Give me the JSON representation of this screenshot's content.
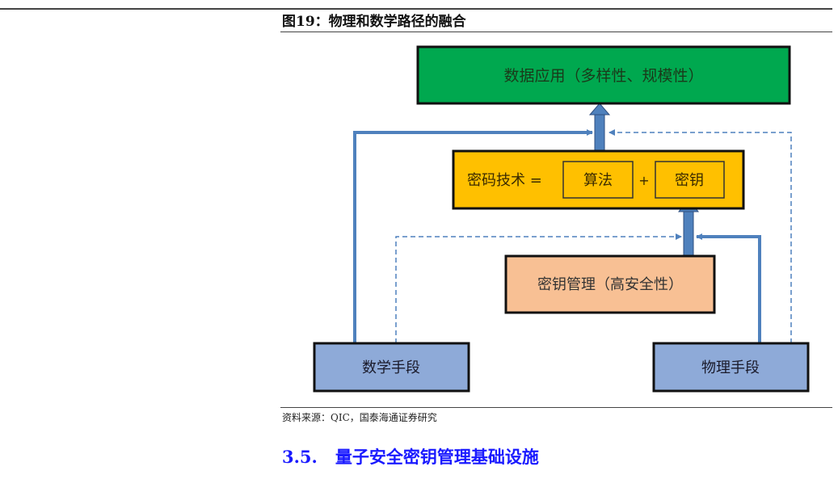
{
  "caption": "图19：物理和数学路径的融合",
  "diagram": {
    "top_box": "数据应用（多样性、规模性）",
    "crypto_label": "密码技术 =",
    "algorithm": "算法",
    "plus": "+",
    "key": "密钥",
    "key_management": "密钥管理（高安全性）",
    "math_means": "数学手段",
    "physics_means": "物理手段",
    "colors": {
      "top": "#00a84f",
      "crypto": "#ffc000",
      "keymgmt": "#f8c094",
      "means": "#8eaad8",
      "arrow": "#4f81bd"
    }
  },
  "source": "资料来源：QIC，国泰海通证券研究",
  "section": {
    "number": "3.5.",
    "title": "量子安全密钥管理基础设施"
  }
}
